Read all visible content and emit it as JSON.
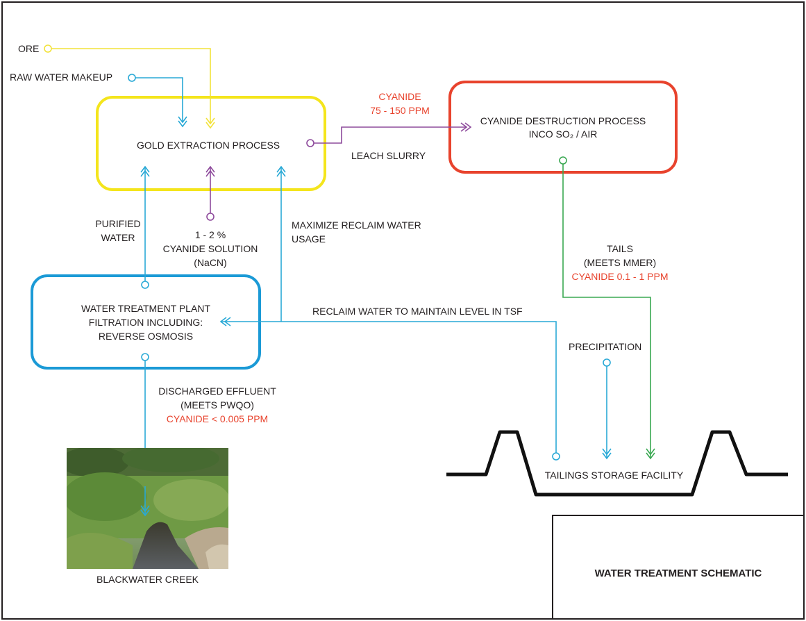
{
  "diagram": {
    "title": "WATER TREATMENT SCHEMATIC",
    "colors": {
      "ore": "#f2e23a",
      "water": "#29a9d6",
      "cyanide": "#8e4b9c",
      "tails": "#3aa852",
      "extraction_box": "#f4e51c",
      "destruction_box": "#e8432d",
      "treatment_box": "#1b9ad6",
      "red_text": "#e8432d"
    },
    "nodes": {
      "gold_extraction": {
        "label": "GOLD EXTRACTION PROCESS"
      },
      "cyanide_destruction": {
        "line1": "CYANIDE DESTRUCTION PROCESS",
        "line2": "INCO SO₂ / AIR"
      },
      "water_treatment": {
        "line1": "WATER TREATMENT PLANT",
        "line2": "FILTRATION INCLUDING:",
        "line3": "REVERSE OSMOSIS"
      },
      "tailings": {
        "label": "TAILINGS STORAGE FACILITY"
      },
      "creek": {
        "label": "BLACKWATER CREEK"
      }
    },
    "inputs": {
      "ore": "ORE",
      "raw_water": "RAW WATER MAKEUP",
      "precipitation": "PRECIPITATION"
    },
    "flows": {
      "leach": {
        "label": "LEACH SLURRY",
        "cyanide": "CYANIDE",
        "ppm": "75 - 150 PPM"
      },
      "purified": {
        "line1": "PURIFIED",
        "line2": "WATER"
      },
      "cyanide_solution": {
        "line1": "1 - 2 %",
        "line2": "CYANIDE SOLUTION",
        "line3": "(NaCN)"
      },
      "reclaim_max": {
        "line1": "MAXIMIZE RECLAIM WATER",
        "line2": "USAGE"
      },
      "reclaim_level": {
        "label": "RECLAIM WATER TO MAINTAIN LEVEL IN TSF"
      },
      "tails": {
        "line1": "TAILS",
        "line2": "(MEETS MMER)",
        "line3": "CYANIDE 0.1 - 1 PPM"
      },
      "effluent": {
        "line1": "DISCHARGED EFFLUENT",
        "line2": "(MEETS PWQO)",
        "line3": "CYANIDE < 0.005 PPM"
      }
    }
  }
}
